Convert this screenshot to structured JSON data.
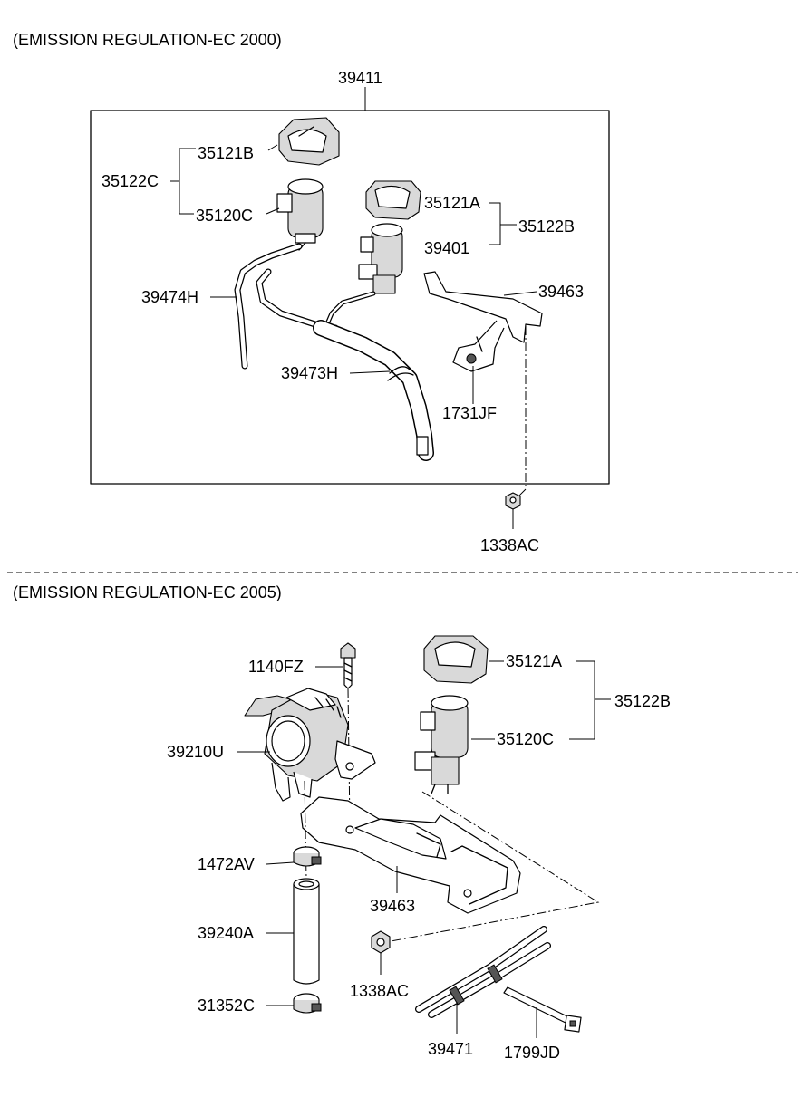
{
  "sections": {
    "ec2000": {
      "title": "(EMISSION REGULATION-EC 2000)"
    },
    "ec2005": {
      "title": "(EMISSION REGULATION-EC 2005)"
    }
  },
  "labels_ec2000": {
    "assembly": "39411",
    "cap_b": "35121B",
    "set_c": "35122C",
    "valve_c": "35120C",
    "cap_a": "35121A",
    "set_b": "35122B",
    "valve_39401": "39401",
    "bracket": "39463",
    "hose_h": "39474H",
    "hose_h2": "39473H",
    "bolt_jf": "1731JF",
    "nut": "1338AC"
  },
  "labels_ec2005": {
    "bolt": "1140FZ",
    "cap_a": "35121A",
    "set_b": "35122B",
    "sensor": "39210U",
    "valve_c": "35120C",
    "clamp_av": "1472AV",
    "bracket": "39463",
    "hose_a": "39240A",
    "nut": "1338AC",
    "clamp_c": "31352C",
    "tube": "39471",
    "tie": "1799JD"
  }
}
